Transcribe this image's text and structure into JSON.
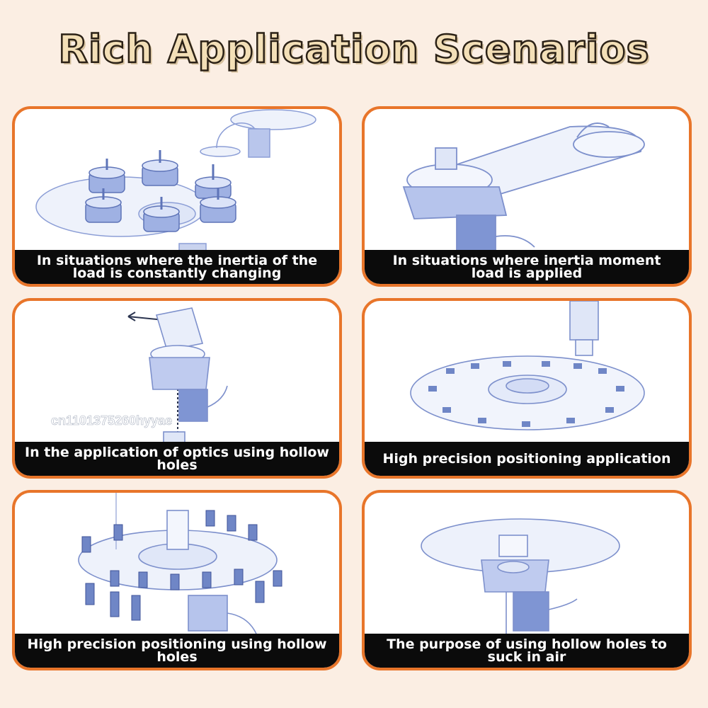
{
  "title": "Rich Application Scenarios",
  "cards": [
    {
      "caption": "In situations where the inertia of the load is constantly changing"
    },
    {
      "caption": "In situations where inertia moment load is applied"
    },
    {
      "caption": "In the application of optics using hollow holes"
    },
    {
      "caption": "High precision positioning application"
    },
    {
      "caption": "High precision positioning using hollow holes"
    },
    {
      "caption": "The purpose of using hollow holes to suck in air"
    }
  ],
  "watermark": "cn1101375260hyyae",
  "colors": {
    "background": "#fbeee3",
    "card_border": "#e8752a",
    "caption_bar": "#0b0b0b",
    "illustration_blue": "#6f86c6"
  }
}
